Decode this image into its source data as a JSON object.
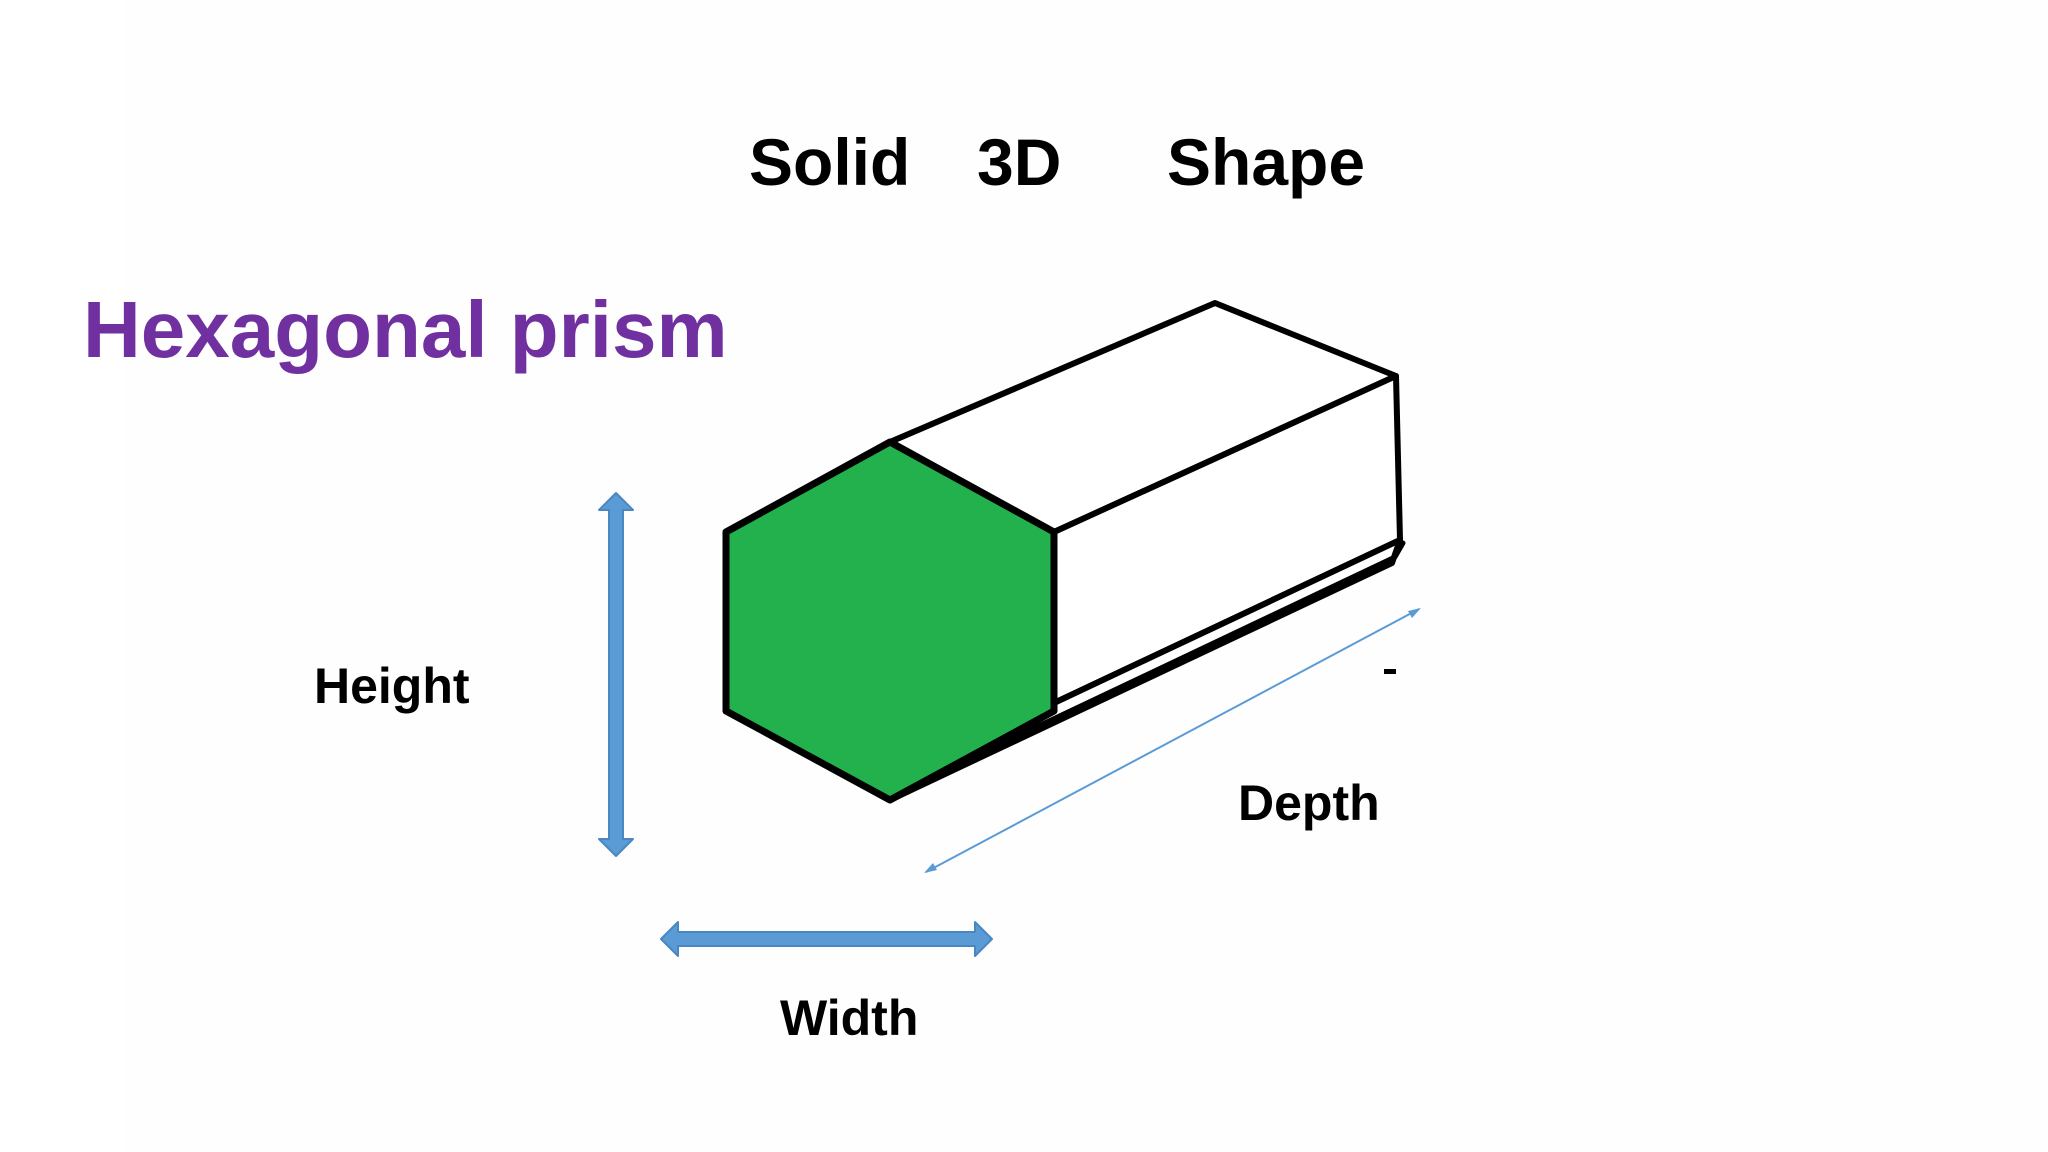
{
  "slide": {
    "title_words": [
      "Solid",
      "3D",
      "Shape"
    ],
    "shape_name": "Hexagonal prism"
  },
  "dimensions": {
    "height": "Height",
    "width": "Width",
    "depth": "Depth"
  },
  "colors": {
    "shape_name": "#7030a0",
    "hexagon_face": "#22b14c",
    "outline": "#000000",
    "dimension_arrow": "#5b9bd5",
    "arrow_edge": "#4a86c0"
  }
}
